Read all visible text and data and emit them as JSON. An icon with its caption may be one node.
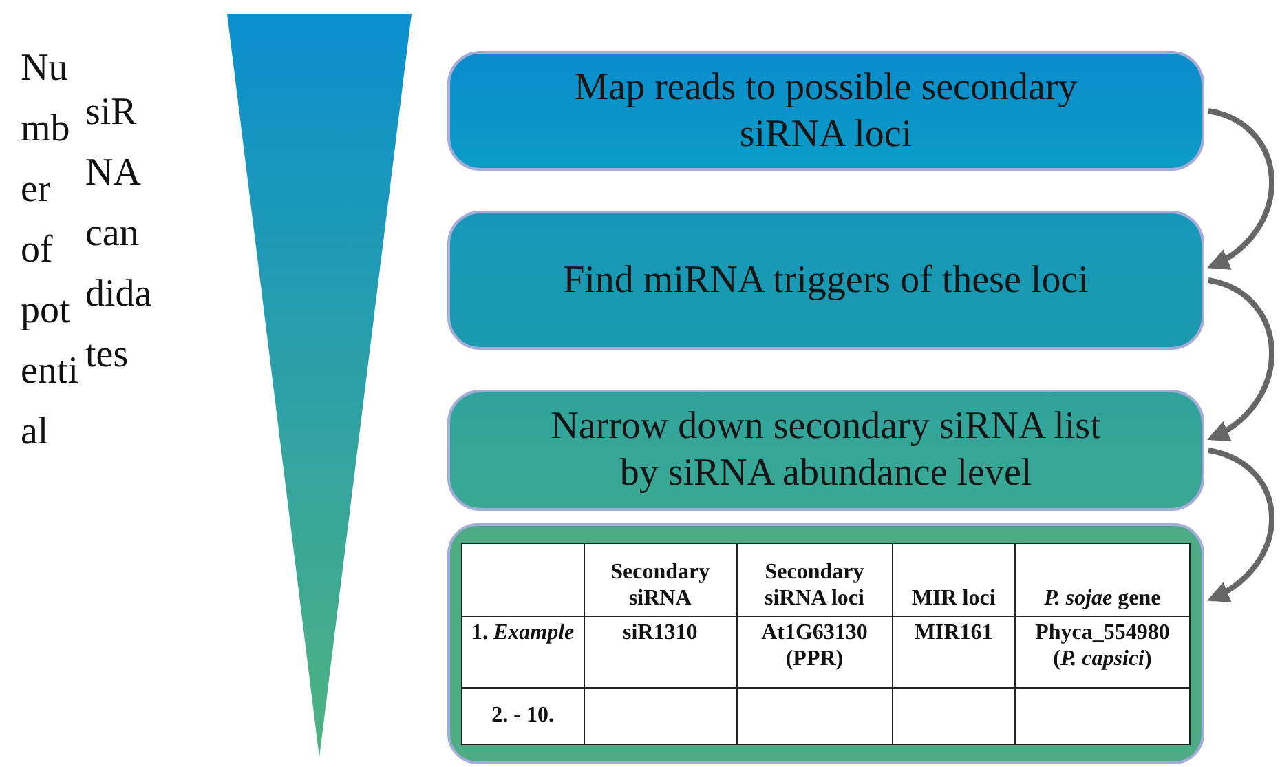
{
  "diagram": {
    "nodes": [
      {
        "text": [
          "Map reads to possible secondary siRNA loci"
        ]
      },
      {
        "text": [
          "Find miRNA triggers of these loci"
        ]
      },
      {
        "text": [
          "Narrow down secondary siRNA list by siRNA abundance level"
        ]
      },
      {
        "text": [],
        "shape": "box"
      }
    ],
    "edges": [
      {
        "from": 0,
        "to": 1,
        "arrow": "to"
      },
      {
        "from": 1,
        "to": 2,
        "arrow": "to"
      },
      {
        "from": 2,
        "to": 3,
        "arrow": "to"
      }
    ],
    "labels": [
      "Number of potential",
      "siRNA candidates",
      "Secondary siRNA",
      "Secondary siRNA loci",
      "MIR loci",
      "*P. sojae* gene",
      "1. *Example*",
      "siR1310",
      "At1G63130 (PPR)",
      "MIR161",
      "Phyca_554980 (*P. capsici*)",
      "2. - 10."
    ]
  }
}
